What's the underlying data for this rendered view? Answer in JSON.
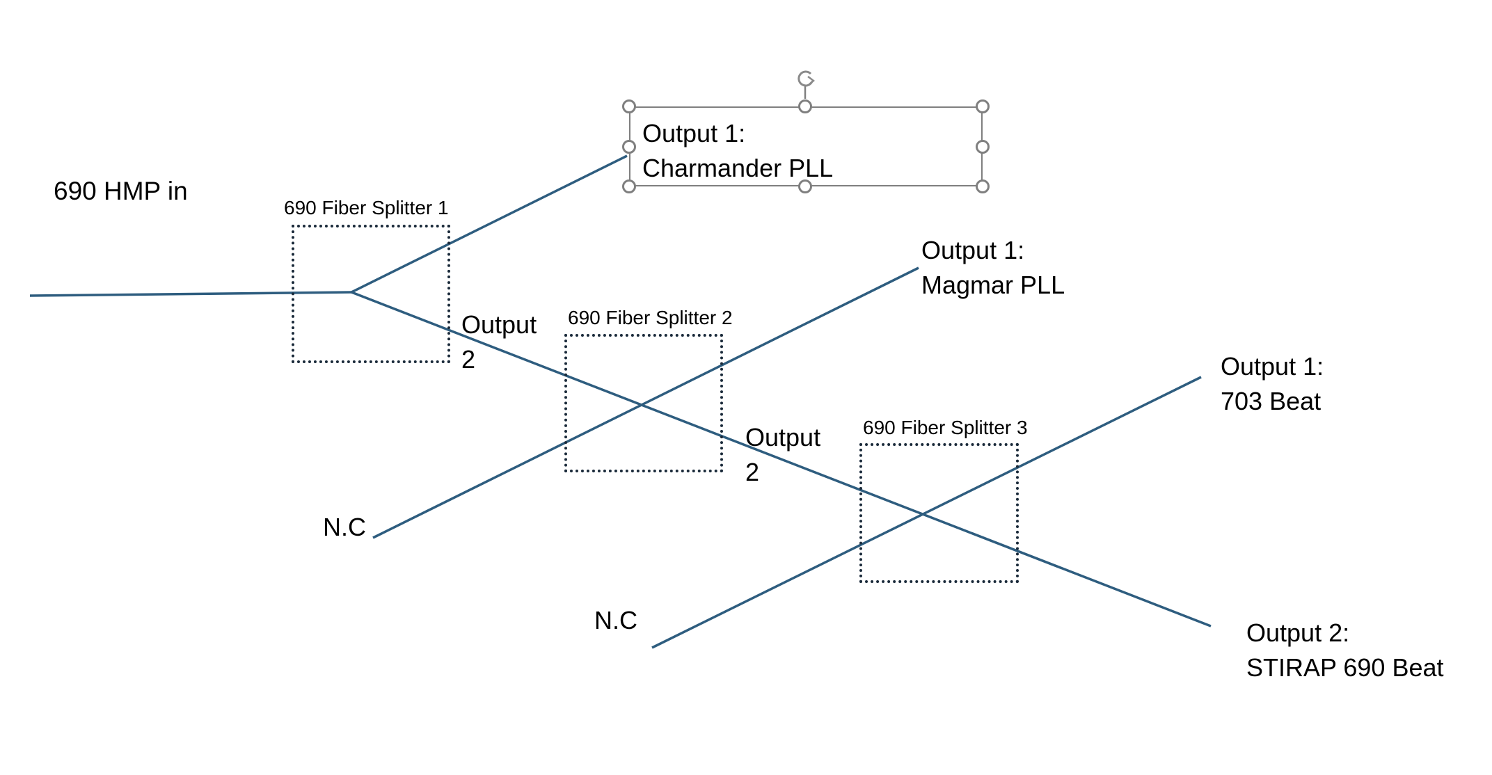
{
  "diagram": {
    "line_color": "#2e5d7f",
    "input_label": "690 HMP in",
    "splitters": [
      {
        "label": "690 Fiber Splitter 1"
      },
      {
        "label": "690 Fiber Splitter 2"
      },
      {
        "label": "690 Fiber Splitter 3"
      }
    ],
    "intermediate_outputs": [
      {
        "line1": "Output",
        "line2": "2"
      },
      {
        "line1": "Output",
        "line2": "2"
      }
    ],
    "outputs": {
      "charmander": {
        "line1": "Output 1:",
        "line2": "Charmander PLL",
        "selected": true
      },
      "magmar": {
        "line1": "Output 1:",
        "line2": "Magmar PLL"
      },
      "beat703": {
        "line1": "Output 1:",
        "line2": "703 Beat"
      },
      "stirap": {
        "line1": "Output 2:",
        "line2": "STIRAP 690 Beat"
      }
    },
    "not_connected": [
      {
        "label": "N.C"
      },
      {
        "label": "N.C"
      }
    ]
  }
}
